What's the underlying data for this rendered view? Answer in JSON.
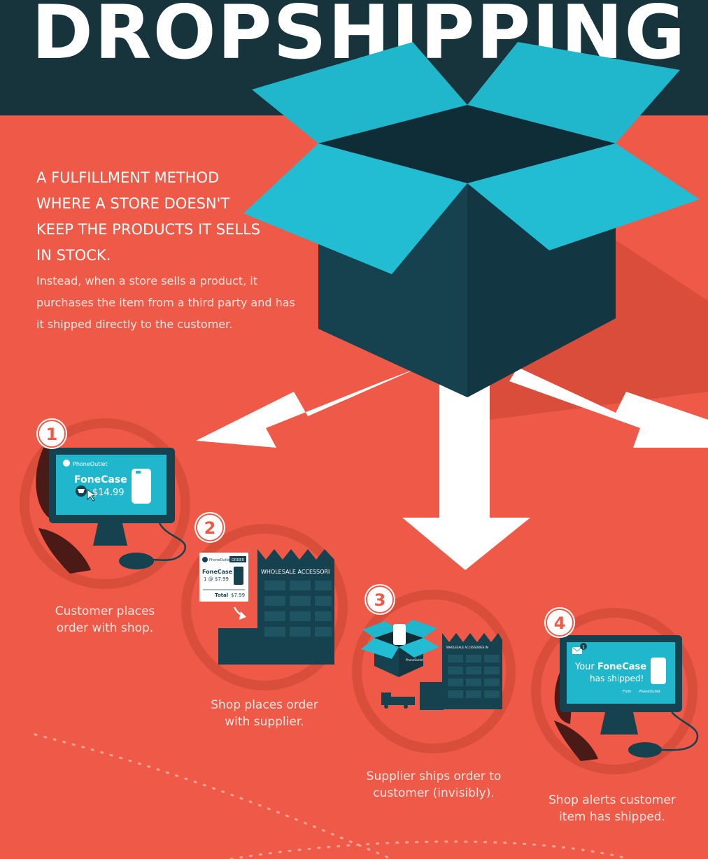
{
  "header": {
    "title": "DROPSHIPPING"
  },
  "intro": {
    "headline": "A FULFILLMENT METHOD WHERE A STORE DOESN'T KEEP THE PRODUCTS IT SELLS IN STOCK.",
    "description": "Instead, when a store sells a product, it purchases the item from a third party and has it shipped directly to the customer."
  },
  "colors": {
    "background": "#ee5a47",
    "header": "#17333b",
    "box_lid": "#20b6cc",
    "box_body": "#16414e",
    "arrow": "#ffffff"
  },
  "steps": [
    {
      "number": "1",
      "caption": "Customer places order with shop.",
      "screen": {
        "brand": "PhoneOutlet",
        "product": "FoneCase",
        "price": "$14.99"
      }
    },
    {
      "number": "2",
      "caption": "Shop places order with supplier.",
      "order": {
        "brand": "PhoneOutlet",
        "tag": "ORDER",
        "product": "FoneCase",
        "qty": "1 @ $7.99",
        "total_label": "Total",
        "total_value": "$7.99"
      },
      "building_sign": "WHOLESALE ACCESSORI"
    },
    {
      "number": "3",
      "caption": "Supplier ships order to customer (invisibly).",
      "box_label": "PhoneOutlet",
      "building_sign": "WHOLESALE ACCESSORIES IN"
    },
    {
      "number": "4",
      "caption": "Shop alerts customer item has shipped.",
      "screen": {
        "line1_prefix": "Your ",
        "product": "FoneCase",
        "line2": "has shipped!",
        "from": "From",
        "brand": "PhoneOutlet",
        "badge": "1"
      }
    }
  ]
}
